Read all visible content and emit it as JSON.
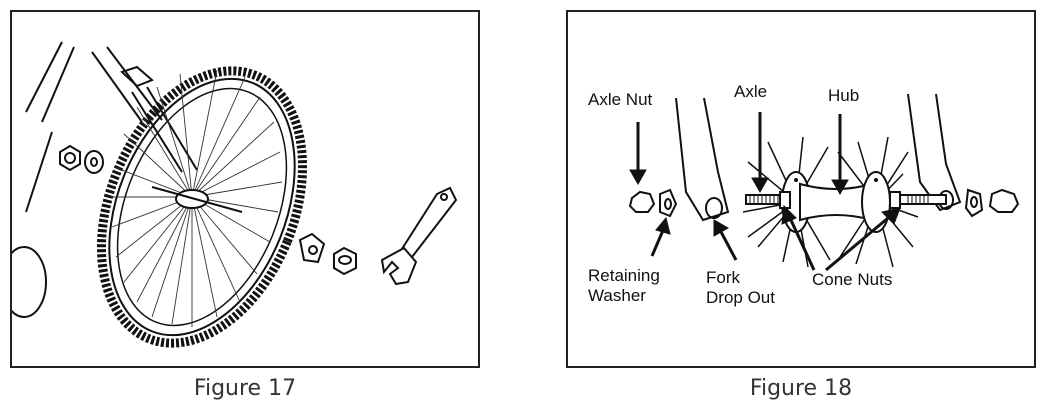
{
  "figures": [
    {
      "caption": "Figure 17"
    },
    {
      "caption": "Figure 18",
      "labels": {
        "axle_nut": "Axle Nut",
        "axle": "Axle",
        "hub": "Hub",
        "retaining_washer_line1": "Retaining",
        "retaining_washer_line2": "Washer",
        "fork_drop_out_line1": "Fork",
        "fork_drop_out_line2": "Drop Out",
        "cone_nuts": "Cone Nuts"
      }
    }
  ],
  "colors": {
    "line": "#111111",
    "frame": "#222222"
  }
}
